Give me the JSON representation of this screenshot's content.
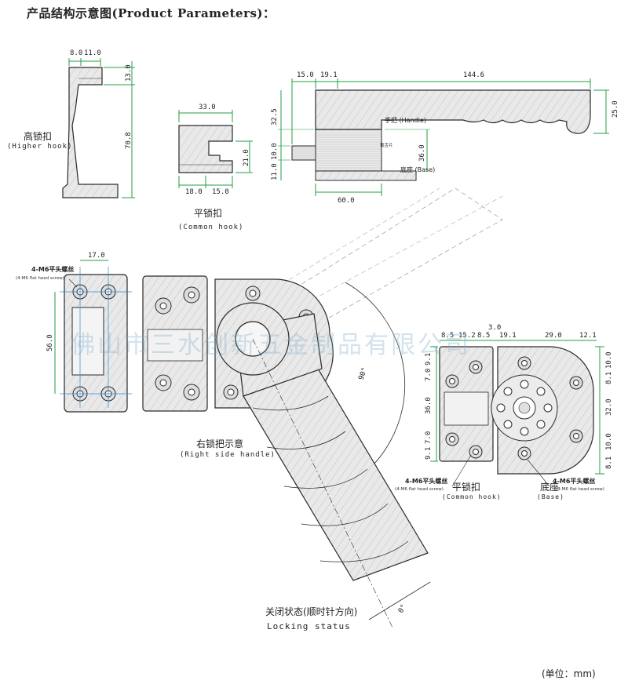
{
  "title": "产品结构示意图(Product Parameters)：",
  "higher_hook": {
    "cn": "高锁扣",
    "en": "(Higher hook)",
    "dims": [
      "8.0",
      "11.0",
      "13.0",
      "70.8"
    ]
  },
  "common_hook_top": {
    "cn": "平锁扣",
    "en": "(Common hook)",
    "dims": [
      "33.0",
      "21.0",
      "18.0",
      "15.0"
    ]
  },
  "handle_side": {
    "dims": [
      "15.0",
      "19.1",
      "144.6",
      "25.0",
      "32.5",
      "10.0",
      "11.0",
      "36.0",
      "60.0"
    ],
    "labels": {
      "handle": "手把 (Handle)",
      "base": "底座 (Base)",
      "lock_plate": "锁舌片"
    }
  },
  "left_plate": {
    "screw_cn": "4-M6平头螺丝",
    "screw_en": "(4-M6 flat head screw)",
    "dims": [
      "17.0",
      "56.0"
    ]
  },
  "right_side_handle": {
    "cn": "右锁把示意",
    "en": "(Right side handle)",
    "angle": "90°"
  },
  "locking_status": {
    "cn": "关闭状态(顺时针方向)",
    "en": "Locking status",
    "angle": "0°"
  },
  "right_details": {
    "top_dims": [
      "8.5",
      "15.2",
      "8.5",
      "3.0",
      "19.1",
      "29.0",
      "12.1"
    ],
    "left_dims": [
      "9.1",
      "7.0",
      "36.0",
      "7.0",
      "9.1"
    ],
    "right_dims": [
      "10.0",
      "8.1",
      "32.0",
      "10.0",
      "8.1"
    ],
    "common_hook": {
      "screw_cn": "4-M6平头螺丝",
      "screw_en": "(4-M6 flat head screw)",
      "cn": "平锁扣",
      "en": "(Common hook)"
    },
    "base": {
      "screw_cn": "4-M6平头螺丝",
      "screw_en": "(4-M6 flat head screw)",
      "cn": "底座",
      "en": "(Base)"
    }
  },
  "watermark": "佛山市三水创新五金制品有限公司",
  "unit": "(单位：mm)",
  "colors": {
    "outline": "#2a2a2a",
    "dimension": "#20a040",
    "center": "#2a8ad8",
    "metal": "#e6e6e6"
  }
}
